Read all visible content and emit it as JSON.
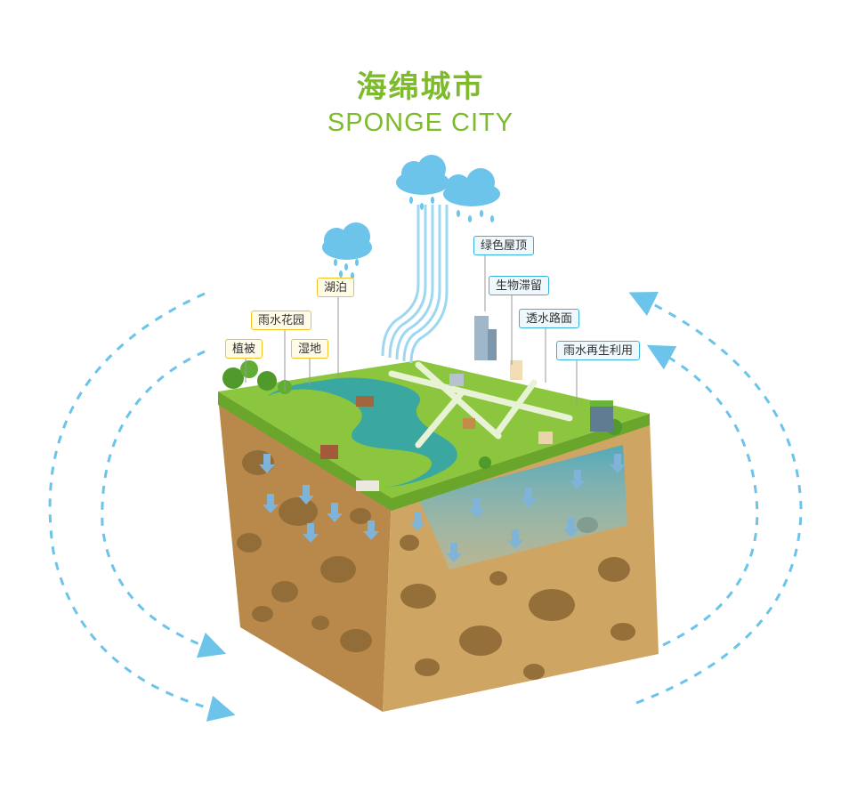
{
  "title": {
    "cn": "海绵城市",
    "en": "SPONGE CITY"
  },
  "colors": {
    "title": "#7dbb2b",
    "grass": "#8cc63e",
    "grass_dark": "#6aa52c",
    "soil": "#c9a060",
    "soil_dark": "#a87f3f",
    "pore": "#8e6a36",
    "water": "#3aa7a0",
    "rain": "#6cc4ea",
    "yellow_border": "#f2c227",
    "blue_border": "#39b2e0"
  },
  "labels_left": [
    {
      "text": "湖泊",
      "icon": "lake"
    },
    {
      "text": "雨水花园",
      "icon": "rain-garden"
    },
    {
      "text": "植被",
      "icon": "vegetation"
    },
    {
      "text": "湿地",
      "icon": "wetland"
    }
  ],
  "labels_right": [
    {
      "text": "绿色屋顶",
      "icon": "green-roof"
    },
    {
      "text": "生物滞留",
      "icon": "bioretention"
    },
    {
      "text": "透水路面",
      "icon": "permeable-pavement"
    },
    {
      "text": "雨水再生利用",
      "icon": "rainwater-reuse"
    }
  ]
}
